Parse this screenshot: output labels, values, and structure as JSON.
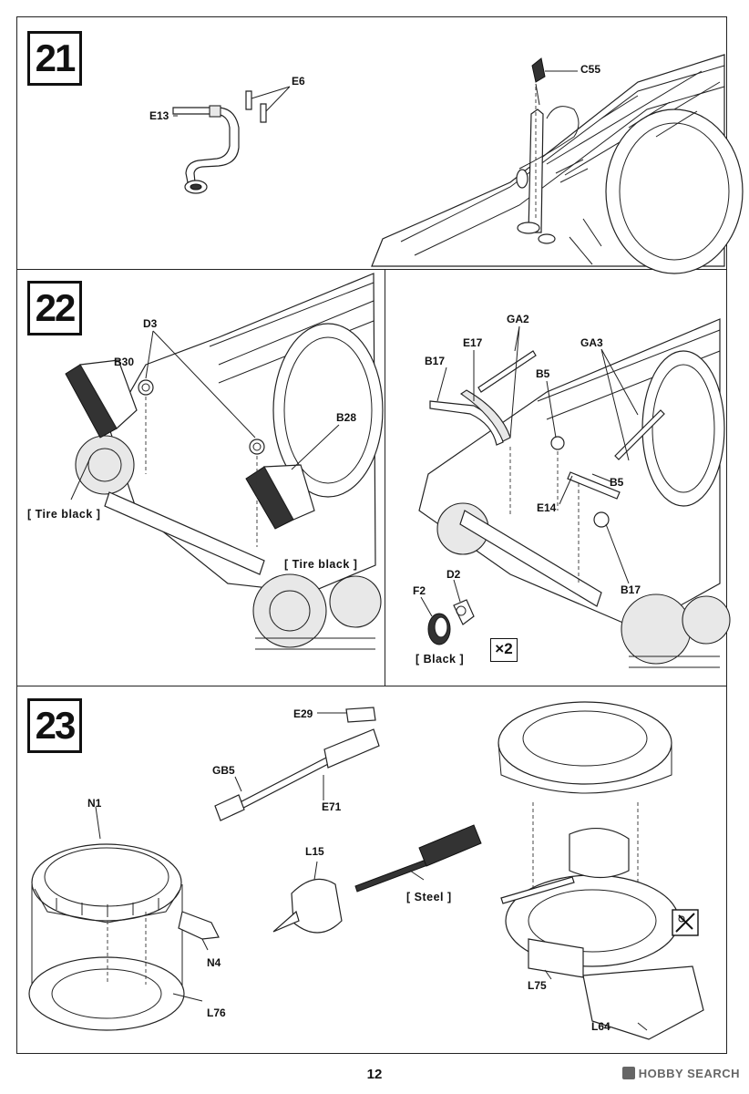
{
  "steps": [
    {
      "number": "21",
      "labels": {
        "e13": "E13",
        "e6": "E6",
        "c55": "C55"
      }
    },
    {
      "number": "22",
      "labels": {
        "d3": "D3",
        "b30": "B30",
        "b28": "B28",
        "ga2": "GA2",
        "e17": "E17",
        "b17_top": "B17",
        "b5_top": "B5",
        "ga3": "GA3",
        "b5_mid": "B5",
        "e14": "E14",
        "b17_bottom": "B17",
        "f2": "F2",
        "d2": "D2"
      },
      "notes": {
        "tire_black_left": "[ Tire black ]",
        "tire_black_right": "[ Tire black ]",
        "black": "[ Black ]",
        "quantity": "×2"
      }
    },
    {
      "number": "23",
      "labels": {
        "e29": "E29",
        "gb5": "GB5",
        "e71": "E71",
        "n1": "N1",
        "n4": "N4",
        "l76": "L76",
        "l15": "L15",
        "l75": "L75",
        "l64": "L64"
      },
      "notes": {
        "steel": "[ Steel ]"
      }
    }
  ],
  "page_number": "12",
  "watermark": "HOBBY SEARCH",
  "icons": {
    "cut_sprue": "cut-part-icon"
  }
}
